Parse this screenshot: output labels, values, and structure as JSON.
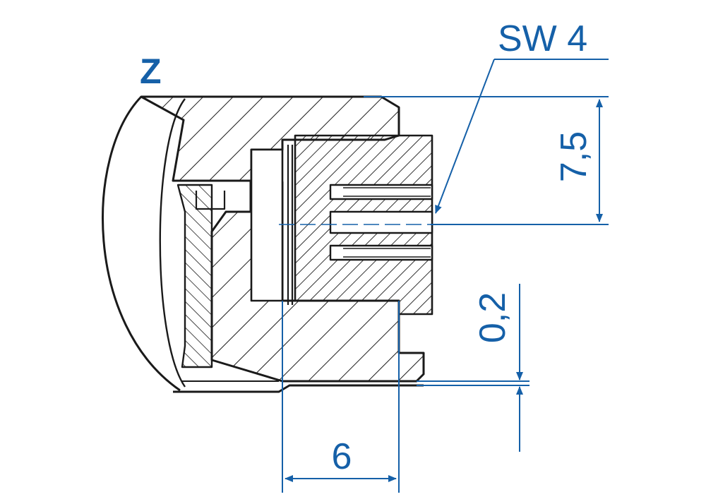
{
  "labels": {
    "section_marker": "Z",
    "wrench_size": "SW 4",
    "dim_height": "7,5",
    "dim_gap": "0,2",
    "dim_width": "6"
  },
  "colors": {
    "line": "#1a1a1a",
    "dimension": "#1560a8",
    "background": "#ffffff"
  }
}
